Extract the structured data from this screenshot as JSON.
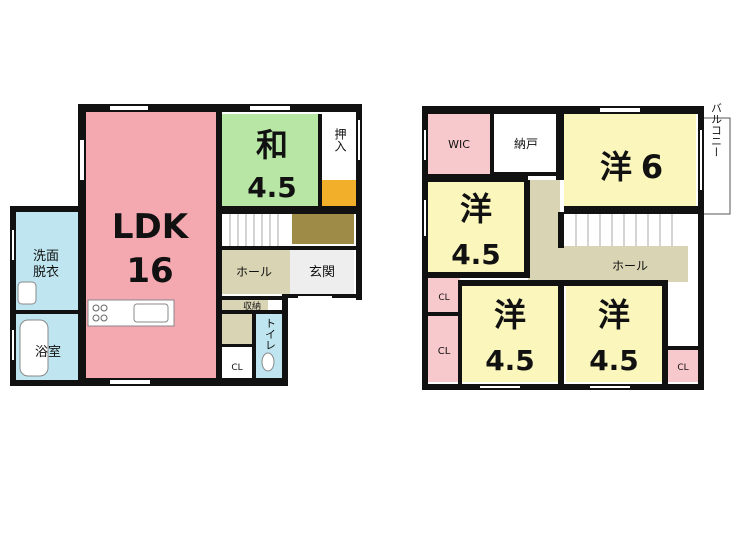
{
  "floor1": {
    "ldk_label": "LDK",
    "ldk_size": "16",
    "washitsu_label": "和",
    "washitsu_size": "4.5",
    "oshiire": "押入",
    "senmen_line1": "洗面",
    "senmen_line2": "脱衣",
    "bath": "浴室",
    "hall": "ホール",
    "genkan": "玄関",
    "storage": "収納",
    "toilet": "トイレ",
    "closet": "CL"
  },
  "floor2": {
    "wic": "WIC",
    "nando": "納戸",
    "balcony": "バルコニー",
    "room1_label": "洋",
    "room1_size": "6",
    "room2_label": "洋",
    "room2_size": "4.5",
    "room3_label": "洋",
    "room3_size": "4.5",
    "room4_label": "洋",
    "room4_size": "4.5",
    "hall": "ホール",
    "closet_a": "CL",
    "closet_b": "CL",
    "closet_c": "CL"
  },
  "colors": {
    "ldk": "#f4a9b0",
    "washitsu": "#b8e6a4",
    "wet": "#bfe6f0",
    "hall": "#d8d4b4",
    "western": "#fbf6bc",
    "closet": "#f7c8cc",
    "stair_accent": "#f2b02a",
    "dark_floor": "#9e8b48",
    "wall": "#111111"
  }
}
